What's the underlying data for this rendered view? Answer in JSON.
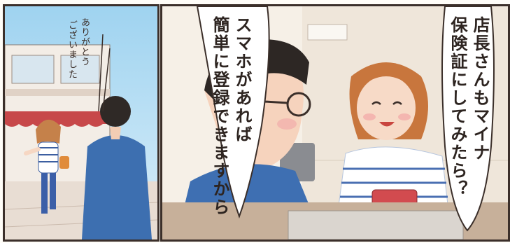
{
  "left_panel": {
    "thanks_line1": "ありがとう",
    "thanks_line2": "ございました"
  },
  "right_panel": {
    "man_speech_line1": "スマホがあれば",
    "man_speech_line2": "簡単に登録できますから",
    "woman_speech_line1": "店長さんもマイナ",
    "woman_speech_line2": "保険証にしてみたら？"
  }
}
